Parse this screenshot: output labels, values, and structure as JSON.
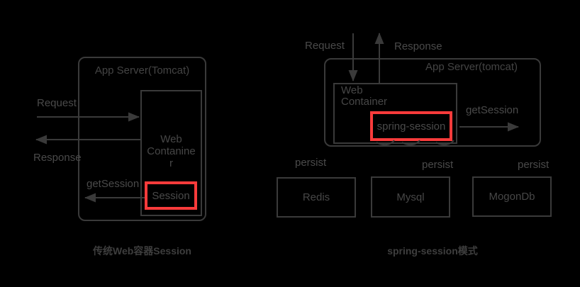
{
  "colors": {
    "background": "#000000",
    "line": "#3a3a3a",
    "label": "#4a4a4a",
    "caption": "#3e3e3e",
    "highlight": "#f93b3b"
  },
  "left_diagram": {
    "server_title": "App Server(Tomcat)",
    "container_lines": [
      "Web",
      "Contanine",
      "r"
    ],
    "session_label": "Session",
    "request_label": "Request",
    "response_label": "Response",
    "get_session_label": "getSession",
    "caption": "传统Web容器Session"
  },
  "right_diagram": {
    "server_title": "App Server(tomcat)",
    "container_lines": [
      "Web",
      "Container"
    ],
    "session_label": "spring-session",
    "request_label": "Request",
    "response_label": "Response",
    "get_session_label": "getSession",
    "persist_labels": [
      "persist",
      "persist",
      "persist"
    ],
    "databases": [
      "Redis",
      "Mysql",
      "MogonDb"
    ],
    "caption": "spring-session模式"
  }
}
